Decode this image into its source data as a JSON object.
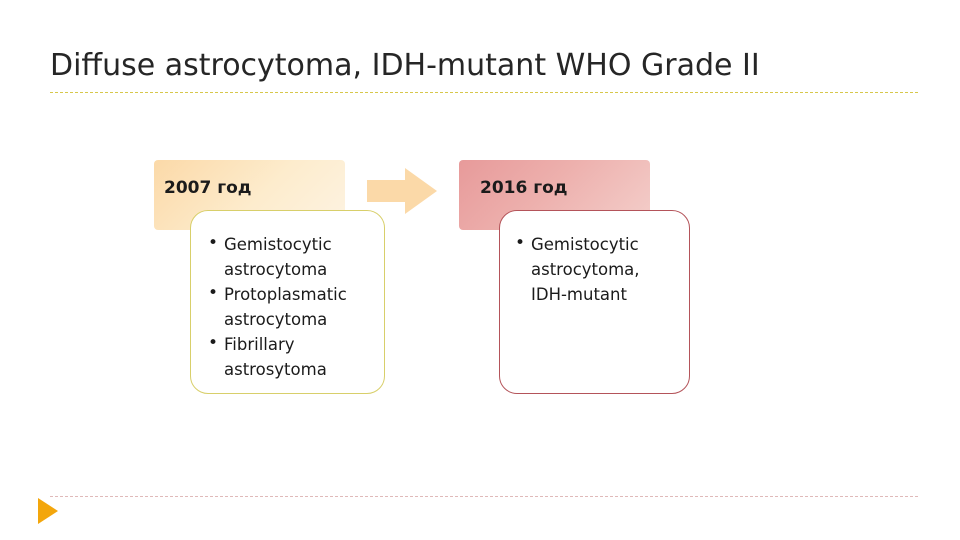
{
  "slide": {
    "title": "Diffuse astrocytoma, IDH-mutant WHO Grade II",
    "accent_title_rule": "#d7c84a",
    "accent_bottom_rule": "#e0b9b9",
    "accent_corner": "#f3a60c"
  },
  "diagram": {
    "arrow_icon": "right-arrow-icon",
    "arrow_color": "#fbd9a8",
    "columns": [
      {
        "header": "2007 год",
        "header_color": "#fbd9a8",
        "border_color": "#d8cf6a",
        "items": [
          "Gemistocytic astrocytoma",
          "Protoplasmatic astrocytoma",
          "Fibrillary astrosytoma"
        ]
      },
      {
        "header": "2016 год",
        "header_color": "#e79a9a",
        "border_color": "#b4545a",
        "items": [
          "Gemistocytic astrocytoma, IDH-mutant"
        ]
      }
    ]
  }
}
